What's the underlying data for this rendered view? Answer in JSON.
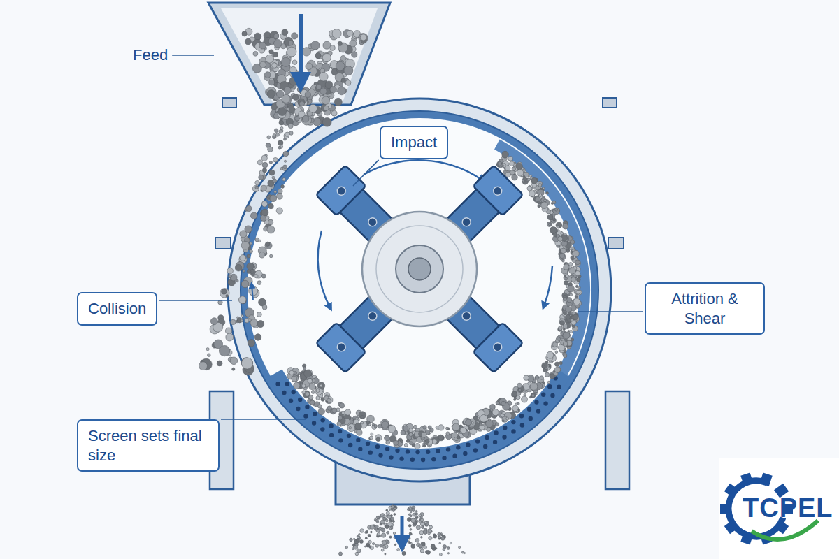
{
  "diagram": {
    "nodes": [
      {
        "text": [
          "Impact"
        ]
      },
      {
        "text": [
          "Collision"
        ]
      },
      {
        "text": [
          "Attrition & Shear"
        ]
      },
      {
        "text": [
          "Screen sets final size"
        ]
      }
    ],
    "labels": [
      "Feed",
      "TCPEL"
    ]
  }
}
